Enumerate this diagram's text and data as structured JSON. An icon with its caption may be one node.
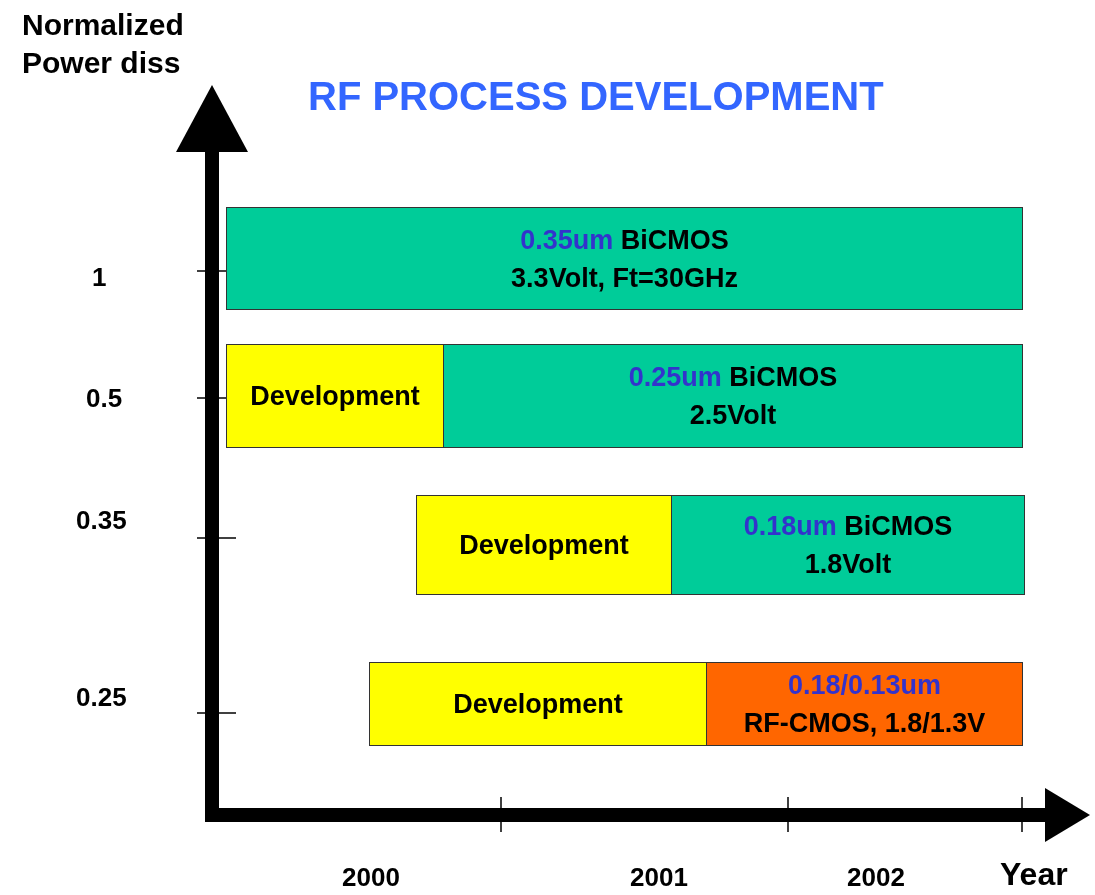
{
  "diagram": {
    "title": "RF PROCESS DEVELOPMENT",
    "nodes": [
      {
        "text": [
          "0.35um BiCMOS",
          "3.3Volt, Ft=30GHz"
        ]
      },
      {
        "text": [
          "Development"
        ]
      },
      {
        "text": [
          "0.25um BiCMOS",
          "2.5Volt"
        ]
      },
      {
        "text": [
          "Development"
        ]
      },
      {
        "text": [
          "0.18um BiCMOS",
          "1.8Volt"
        ]
      },
      {
        "text": [
          "Development"
        ]
      },
      {
        "text": [
          "0.18/0.13um",
          "RF-CMOS, 1.8/1.3V"
        ]
      }
    ],
    "labels": [
      "Normalized Power diss",
      "1",
      "0.5",
      "0.35",
      "0.25",
      "2000",
      "2001",
      "2002",
      "Year"
    ]
  }
}
